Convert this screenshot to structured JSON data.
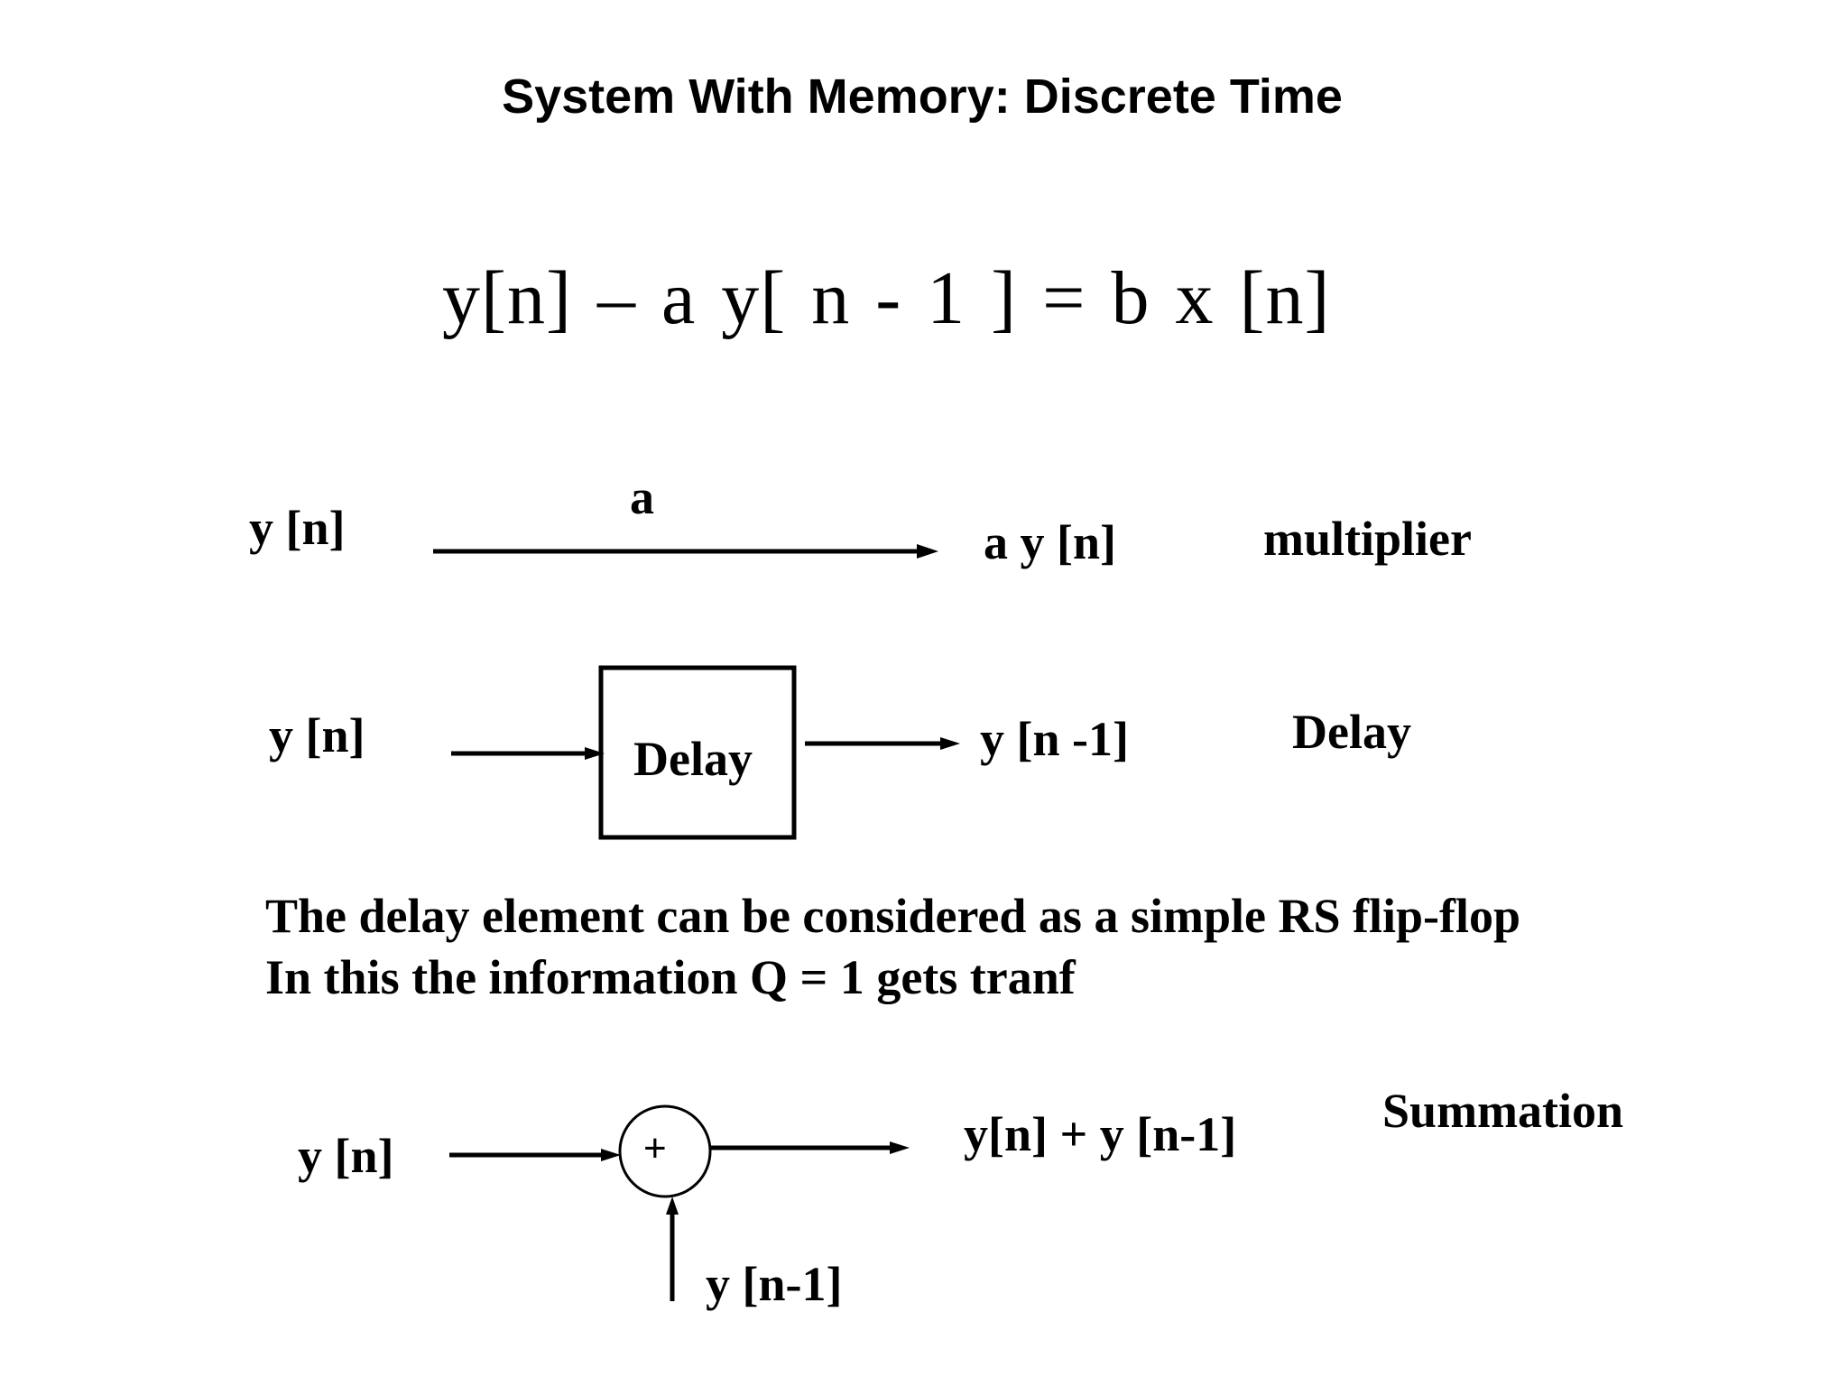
{
  "title": "System With Memory: Discrete Time",
  "equation": "y[n] – a y[ n - 1 ] = b x [n]",
  "multiplier": {
    "input": "y [n]",
    "gain": "a",
    "output": "a y [n]",
    "name": "multiplier"
  },
  "delay": {
    "input": "y [n]",
    "block": "Delay",
    "output": "y [n -1]",
    "name": "Delay"
  },
  "note": {
    "line1": "The delay element can be considered as a simple RS flip-flop",
    "line2": "In this the information Q = 1 gets tranf"
  },
  "summation": {
    "input": "y [n]",
    "symbol": "+",
    "output": "y[n] + y [n-1]",
    "second_input": "y [n-1]",
    "name": "Summation"
  }
}
